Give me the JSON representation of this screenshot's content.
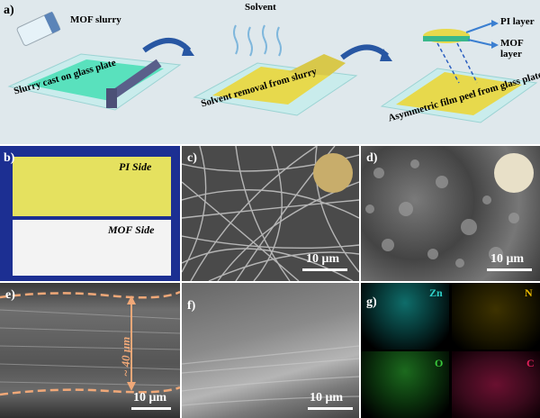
{
  "panel_a": {
    "label": "a)",
    "mof_slurry": "MOF slurry",
    "solvent": "Solvent",
    "pi_layer": "PI layer",
    "mof_layer": "MOF layer",
    "caption1": "Slurry cast on glass plate",
    "caption2": "Solvent removal from slurry",
    "caption3": "Asymmetric film peel from glass plate"
  },
  "panel_b": {
    "label": "b)",
    "pi_side": "PI Side",
    "mof_side": "MOF Side"
  },
  "panel_c": {
    "label": "c)",
    "scale": "10 μm"
  },
  "panel_d": {
    "label": "d)",
    "scale": "10 μm"
  },
  "panel_e": {
    "label": "e)",
    "thickness": "~ 40 μm",
    "scale": "10 μm"
  },
  "panel_f": {
    "label": "f)",
    "scale": "10 μm"
  },
  "panel_g": {
    "label": "g)",
    "zn": "Zn",
    "n": "N",
    "o": "O",
    "c": "C"
  },
  "colors": {
    "panel_a_bg": "#dfe8ec",
    "pi_yellow": "#e5e15f",
    "mof_white": "#f3f3f3",
    "blue_board": "#1c2f92",
    "zn_cyan": "#2fd1c8",
    "n_yellow": "#e8b800",
    "o_green": "#39c83b",
    "c_red": "#e0205a",
    "thickness_orange": "#f0a878"
  }
}
